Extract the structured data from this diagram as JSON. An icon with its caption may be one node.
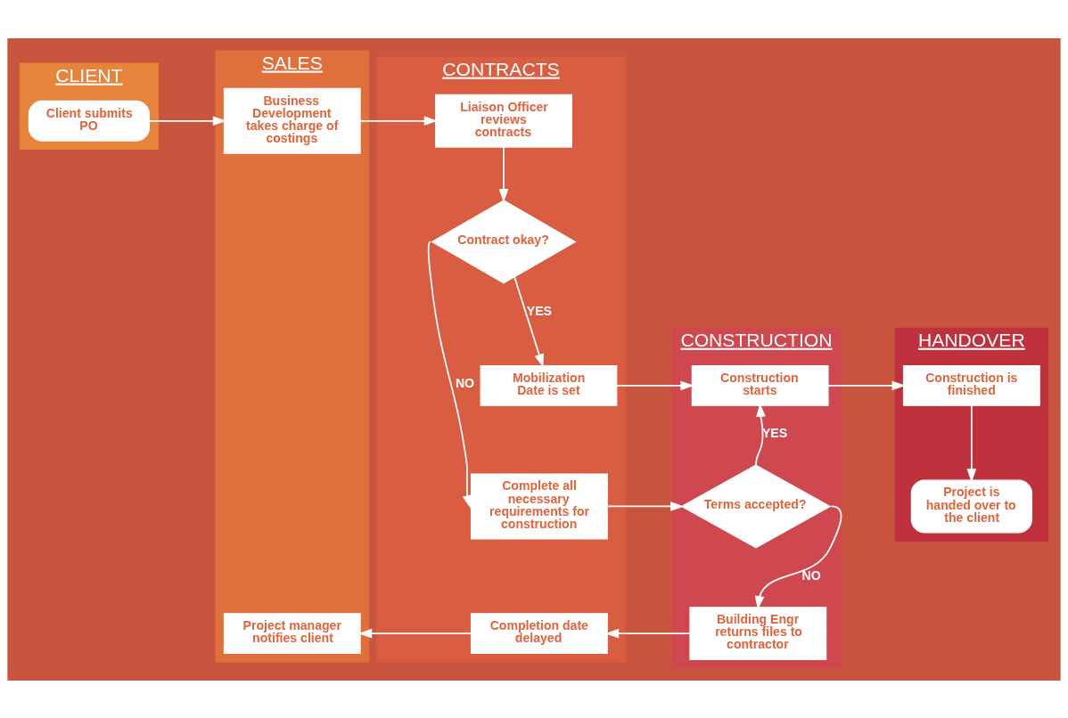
{
  "diagram": {
    "nodes": [
      {
        "text": [
          "CLIENT"
        ]
      },
      {
        "text": [
          "SALES"
        ]
      },
      {
        "text": [
          "CONTRACTS"
        ]
      },
      {
        "text": [
          "CONSTRUCTION"
        ]
      },
      {
        "text": [
          "HANDOVER"
        ]
      },
      {
        "text": [
          "Client submits PO"
        ],
        "in": 0
      },
      {
        "text": [
          "Business Development takes charge of costings"
        ],
        "in": 1
      },
      {
        "text": [
          "Liaison Officer reviews contracts"
        ],
        "in": 2
      },
      {
        "text": [
          "Contract okay?"
        ],
        "in": 2
      },
      {
        "text": [
          "Mobilization Date is set"
        ],
        "in": 2
      },
      {
        "text": [
          "Complete all necessary requirements for construction"
        ],
        "in": 2
      },
      {
        "text": [
          "Completion date delayed"
        ],
        "in": 2
      },
      {
        "text": [
          "Construction starts"
        ],
        "in": 3
      },
      {
        "text": [
          "Terms accepted?"
        ],
        "in": 3
      },
      {
        "text": [
          "Building Engr returns files to contractor"
        ],
        "in": 3
      },
      {
        "text": [
          "Construction is finished"
        ],
        "in": 4
      },
      {
        "text": [
          "Project is handed over to the client"
        ],
        "in": 4
      },
      {
        "text": [
          "Project manager notifies client"
        ],
        "in": 1
      }
    ],
    "edges": [
      {
        "from": 5,
        "to": 6,
        "arrow": "to"
      },
      {
        "from": 6,
        "to": 7,
        "arrow": "to"
      },
      {
        "from": 7,
        "to": 8,
        "arrow": "to"
      },
      {
        "from": 8,
        "to": 9,
        "arrow": "to",
        "label": "YES"
      },
      {
        "from": 8,
        "to": 10,
        "arrow": "to",
        "label": "NO"
      },
      {
        "from": 9,
        "to": 12,
        "arrow": "to"
      },
      {
        "from": 12,
        "to": 15,
        "arrow": "to"
      },
      {
        "from": 15,
        "to": 16,
        "arrow": "to"
      },
      {
        "from": 10,
        "to": 13,
        "arrow": "to"
      },
      {
        "from": 13,
        "to": 12,
        "arrow": "to",
        "label": "YES"
      },
      {
        "from": 13,
        "to": 14,
        "arrow": "to",
        "label": "NO"
      },
      {
        "from": 14,
        "to": 11,
        "arrow": "to"
      },
      {
        "from": 11,
        "to": 17,
        "arrow": "to"
      }
    ]
  }
}
